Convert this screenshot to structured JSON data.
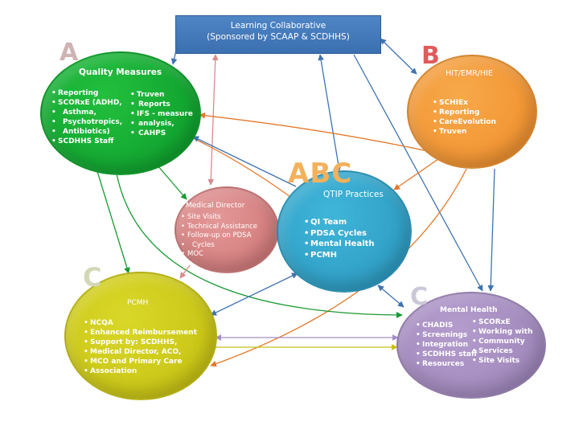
{
  "header": {
    "line1": "Learning Collaborative",
    "line2": "(Sponsored by SCAAP & SCDHHS)"
  },
  "letters": {
    "a": "A",
    "b": "B",
    "abc": "ABC",
    "c1": "C",
    "c2": "C"
  },
  "quality_measures": {
    "title": "Quality Measures",
    "left_items": [
      "Reporting",
      "SCORxE (ADHD,",
      "Asthma,",
      "Psychotropics,",
      "Antibiotics)",
      "SCDHHS Staff"
    ],
    "right_items": [
      "Truven",
      "Reports",
      "IFS - measure",
      "analysis,",
      "CAHPS"
    ]
  },
  "hit": {
    "title": "HIT/EMR/HIE",
    "items": [
      "SCHIEx",
      "Reporting",
      "CareEvolution",
      "Truven"
    ]
  },
  "medical_director": {
    "title": "Medical Director",
    "items": [
      "Site Visits",
      "Technical Assistance",
      "Follow-up on PDSA",
      "Cycles",
      "MOC"
    ]
  },
  "qtip": {
    "title": "QTIP Practices",
    "items": [
      "QI Team",
      "PDSA Cycles",
      "Mental Health",
      "PCMH"
    ]
  },
  "pcmh": {
    "title": "PCMH",
    "items": [
      "NCQA",
      "Enhanced Reimbursement",
      "Support by: SCDHHS,",
      "Medical Director, ACO,",
      "MCO and Primary Care",
      "Association"
    ]
  },
  "mental_health": {
    "title": "Mental Health",
    "left_items": [
      "CHADIS",
      "Screenings",
      "Integration",
      "SCDHHS staff",
      "Resources"
    ],
    "right_items": [
      "SCORxE",
      "Working with",
      "Community",
      "Services",
      "Site Visits"
    ]
  },
  "colors": {
    "header": "#3a6fb0",
    "quality": "#0b9a2a",
    "hit": "#ef8c2a",
    "medical": "#cf7373",
    "qtip": "#2a95bd",
    "pcmh": "#c4bf10",
    "mental": "#9b83b8"
  }
}
